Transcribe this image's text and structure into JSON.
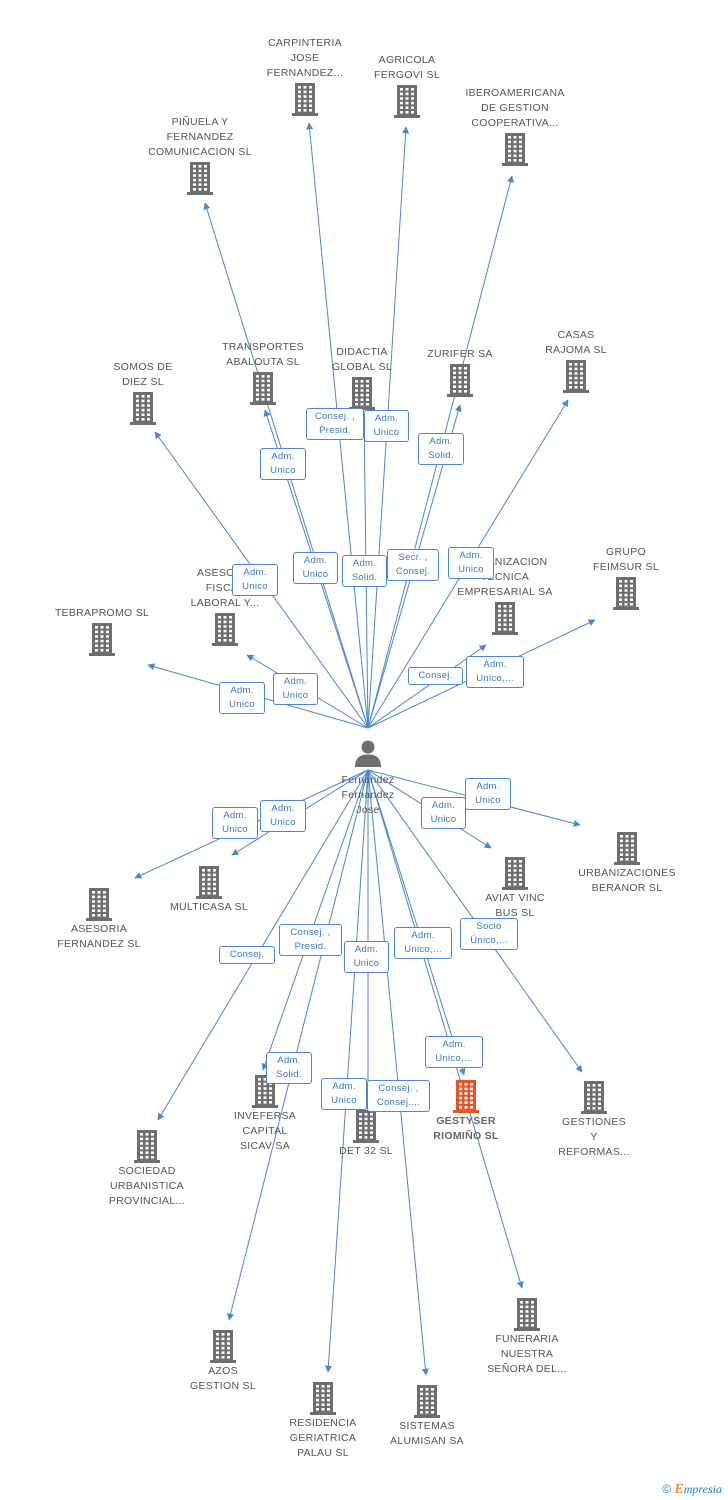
{
  "colors": {
    "edge": "#4a86d4",
    "building": "#6e6e6e",
    "highlight": "#e8532a",
    "person": "#6e6e6e"
  },
  "center": {
    "name": "Fernandez\nFernandez\nJose",
    "icon": "person-icon"
  },
  "companies": [
    {
      "id": "carpinteria",
      "name": "CARPINTERIA\nJOSE\nFERNANDEZ..."
    },
    {
      "id": "agricola",
      "name": "AGRICOLA\nFERGOVI SL"
    },
    {
      "id": "iberoamericana",
      "name": "IBEROAMERICANA\nDE GESTION\nCOOPERATIVA..."
    },
    {
      "id": "piñuela",
      "name": "PIÑUELA Y\nFERNANDEZ\nCOMUNICACION SL"
    },
    {
      "id": "transportes",
      "name": "TRANSPORTES\nABALOUTA SL"
    },
    {
      "id": "didactia",
      "name": "DIDACTIA\nGLOBAL  SL"
    },
    {
      "id": "zurifer",
      "name": "ZURIFER SA"
    },
    {
      "id": "casas",
      "name": "CASAS\nRAJOMA SL"
    },
    {
      "id": "somos",
      "name": "SOMOS DE\nDIEZ SL"
    },
    {
      "id": "grupo",
      "name": "GRUPO\nFEIMSUR  SL"
    },
    {
      "id": "asesoria-fiscal",
      "name": "ASESORIA\nFISCAL\nLABORAL Y..."
    },
    {
      "id": "organizacion",
      "name": "ORGANIZACION\nTECNICA\nEMPRESARIAL SA"
    },
    {
      "id": "tebrapromo",
      "name": "TEBRAPROMO SL"
    },
    {
      "id": "multicasa",
      "name": "MULTICASA SL"
    },
    {
      "id": "asesoria-fernandez",
      "name": "ASESORIA\nFERNANDEZ SL"
    },
    {
      "id": "aviat",
      "name": "AVIAT VINC\nBUS SL"
    },
    {
      "id": "urbanizaciones",
      "name": "URBANIZACIONES\nBERANOR SL"
    },
    {
      "id": "inveferse",
      "name": "INVEFERSA\nCAPITAL\nSICAV SA"
    },
    {
      "id": "det32",
      "name": "DET 32 SL"
    },
    {
      "id": "gestyser",
      "name": "GESTYSER\nRIOMIÑO SL",
      "highlight": true
    },
    {
      "id": "gestiones",
      "name": "GESTIONES\nY\nREFORMAS..."
    },
    {
      "id": "sociedad",
      "name": "SOCIEDAD\nURBANISTICA\nPROVINCIAL..."
    },
    {
      "id": "funeraria",
      "name": "FUNERARIA\nNUESTRA\nSEÑORA DEL..."
    },
    {
      "id": "azos",
      "name": "AZOS\nGESTION SL"
    },
    {
      "id": "residencia",
      "name": "RESIDENCIA\nGERIATRICA\nPALAU  SL"
    },
    {
      "id": "sistemas",
      "name": "SISTEMAS\nALUMISAN SA"
    }
  ],
  "roles": [
    {
      "id": "r-carpinteria",
      "text": "Consej. ,\nPresid."
    },
    {
      "id": "r-agricola",
      "text": "Adm.\nUnico"
    },
    {
      "id": "r-zurifer",
      "text": "Adm.\nSolid."
    },
    {
      "id": "r-transportes",
      "text": "Adm.\nUnico"
    },
    {
      "id": "r-somos",
      "text": "Adm.\nUnico"
    },
    {
      "id": "r-didactia-1",
      "text": "Adm.\nUnico"
    },
    {
      "id": "r-didactia-2",
      "text": "Adm.\nSolid."
    },
    {
      "id": "r-iberoamericana",
      "text": "Secr. ,\nConsej."
    },
    {
      "id": "r-casas",
      "text": "Adm.\nUnico"
    },
    {
      "id": "r-organizacion",
      "text": "Consej."
    },
    {
      "id": "r-grupo",
      "text": "Adm.\nUnico,..."
    },
    {
      "id": "r-asesoria-fiscal",
      "text": "Adm.\nUnico"
    },
    {
      "id": "r-tebrapromo",
      "text": "Adm.\nUnico"
    },
    {
      "id": "r-urbanizaciones",
      "text": "Adm.\nUnico"
    },
    {
      "id": "r-aviat",
      "text": "Adm.\nUnico"
    },
    {
      "id": "r-multicasa",
      "text": "Adm.\nUnico"
    },
    {
      "id": "r-asesoria-fernandez",
      "text": "Adm.\nUnico"
    },
    {
      "id": "r-sociedad",
      "text": "Consej."
    },
    {
      "id": "r-inveferse",
      "text": "Consej. ,\nPresid."
    },
    {
      "id": "r-det32",
      "text": "Adm.\nUnico"
    },
    {
      "id": "r-funeraria",
      "text": "Adm.\nUnico,..."
    },
    {
      "id": "r-gestiones",
      "text": "Socio\nÚnico,..."
    },
    {
      "id": "r-gestyser",
      "text": "Adm.\nUnico,..."
    },
    {
      "id": "r-azos",
      "text": "Adm.\nSolid."
    },
    {
      "id": "r-residencia",
      "text": "Adm.\nUnico"
    },
    {
      "id": "r-sistemas",
      "text": "Consej. ,\nConsej...."
    }
  ],
  "footer": {
    "copyright": "©",
    "brand_initial": "E",
    "brand_rest": "mpresia"
  }
}
